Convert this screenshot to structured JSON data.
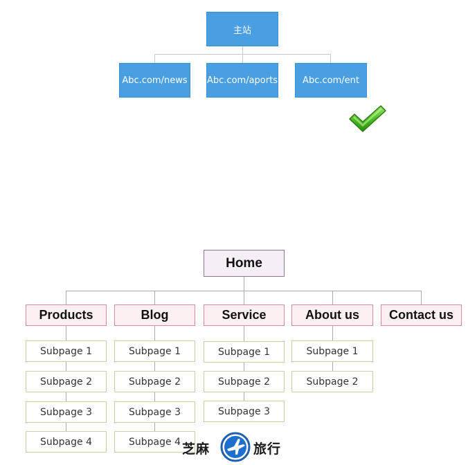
{
  "top_diagram": {
    "root": "主站",
    "children": [
      "Abc.com/news",
      "Abc.com/aports",
      "Abc.com/ent"
    ],
    "box_color": "#4a9fe3",
    "check_icon": "green-checkmark-icon"
  },
  "bottom_diagram": {
    "root": "Home",
    "categories": [
      {
        "label": "Products",
        "subpages": [
          "Subpage 1",
          "Subpage 2",
          "Subpage 3",
          "Subpage 4"
        ]
      },
      {
        "label": "Blog",
        "subpages": [
          "Subpage 1",
          "Subpage 2",
          "Subpage 3",
          "Subpage 4"
        ]
      },
      {
        "label": "Service",
        "subpages": [
          "Subpage 1",
          "Subpage 2",
          "Subpage 3"
        ]
      },
      {
        "label": "About us",
        "subpages": [
          "Subpage 1",
          "Subpage 2"
        ]
      },
      {
        "label": "Contact us",
        "subpages": []
      }
    ]
  },
  "watermark": {
    "left": "芝麻",
    "right": "旅行"
  }
}
